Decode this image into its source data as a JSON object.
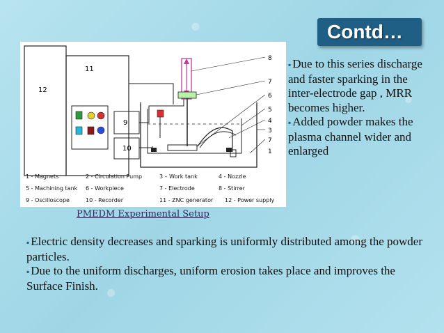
{
  "slide": {
    "title": "Contd…"
  },
  "figure": {
    "caption": "PMEDM Experimental Setup",
    "labels": {
      "l12": "12",
      "l11": "11",
      "l9": "9",
      "l10": "10",
      "l8": "8",
      "l7a": "7",
      "l6": "6",
      "l5": "5",
      "l4": "4",
      "l3": "3",
      "l7b": "7",
      "l1": "1"
    },
    "legend": [
      [
        "1 - Magnets",
        "2 - Circulation Pump",
        "3 – Work tank",
        "4 - Nozzle"
      ],
      [
        "5 - Machining tank",
        "6 - Workpiece",
        "7 - Electrode",
        "8 - Stirrer"
      ],
      [
        "9 - Oscilloscope",
        "10 - Recorder",
        "11 - ZNC generator",
        "12 - Power supply"
      ]
    ]
  },
  "side_points": [
    "Due to this series discharge and faster sparking in the inter-electrode gap , MRR becomes higher.",
    "Added powder makes the plasma channel wider and enlarged"
  ],
  "bottom_points": [
    "Electric density decreases and sparking is uniformly distributed among the powder particles.",
    "Due to the uniform discharges, uniform erosion takes place and improves the Surface Finish."
  ],
  "bullet_icon": "square-bullet-icon",
  "colors": {
    "title_bg": "#1f5f86",
    "background": "#a9dcea"
  }
}
